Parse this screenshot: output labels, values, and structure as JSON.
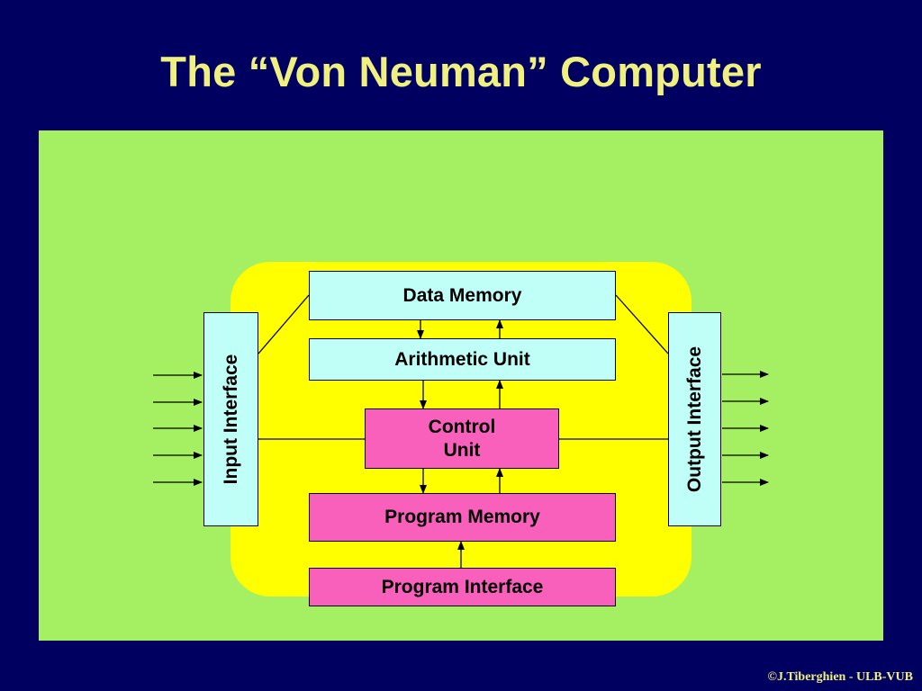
{
  "slide": {
    "title": "The “Von Neuman” Computer",
    "copyright": "©J.Tiberghien - ULB-VUB"
  },
  "diagram": {
    "data_memory": "Data Memory",
    "arithmetic_unit": "Arithmetic Unit",
    "control_unit_line1": "Control",
    "control_unit_line2": "Unit",
    "program_memory": "Program Memory",
    "program_interface": "Program Interface",
    "input_interface": "Input Interface",
    "output_interface": "Output Interface"
  },
  "colors": {
    "background": "#000060",
    "title": "#f0f080",
    "panel": "#a4f062",
    "core": "#ffff00",
    "data_box": "#c0fff8",
    "program_box": "#f860bc"
  }
}
